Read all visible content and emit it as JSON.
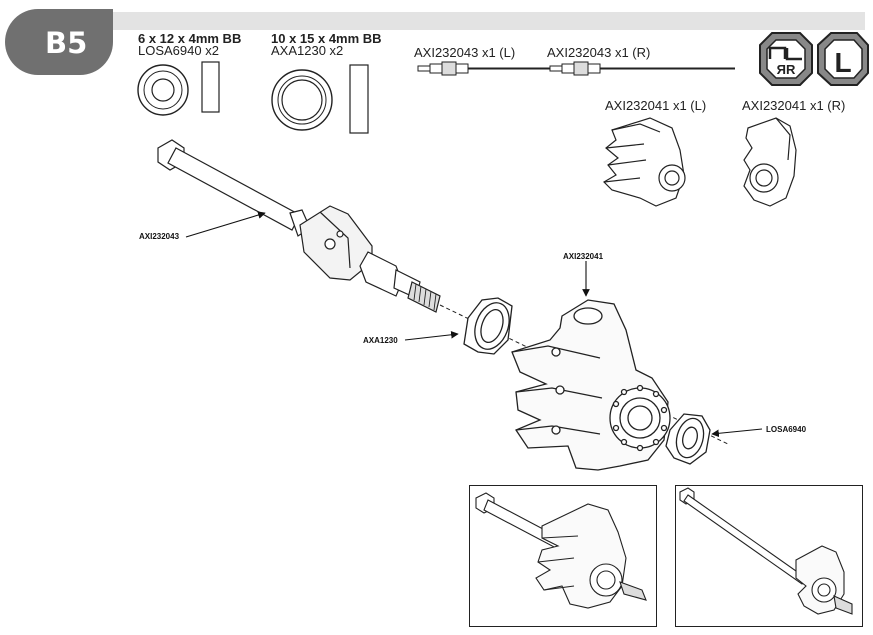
{
  "step": {
    "label": "B5"
  },
  "parts_list": [
    {
      "size": "6 x 12 x 4mm BB",
      "part": "LOSA6940 x2"
    },
    {
      "size": "10 x 15 x 4mm BB",
      "part": "AXA1230 x2"
    },
    {
      "part": "AXI232043 x1 (L)"
    },
    {
      "part": "AXI232043 x1 (R)"
    },
    {
      "part": "AXI232041 x1 (L)"
    },
    {
      "part": "AXI232041 x1 (R)"
    }
  ],
  "callouts": {
    "axle": "AXI232043",
    "knuckle": "AXI232041",
    "bearing_large": "AXA1230",
    "bearing_small": "LOSA6940"
  },
  "badges": {
    "lr_icon": "left-right-icon",
    "l_icon": "left-side-icon",
    "l_letter": "L"
  }
}
